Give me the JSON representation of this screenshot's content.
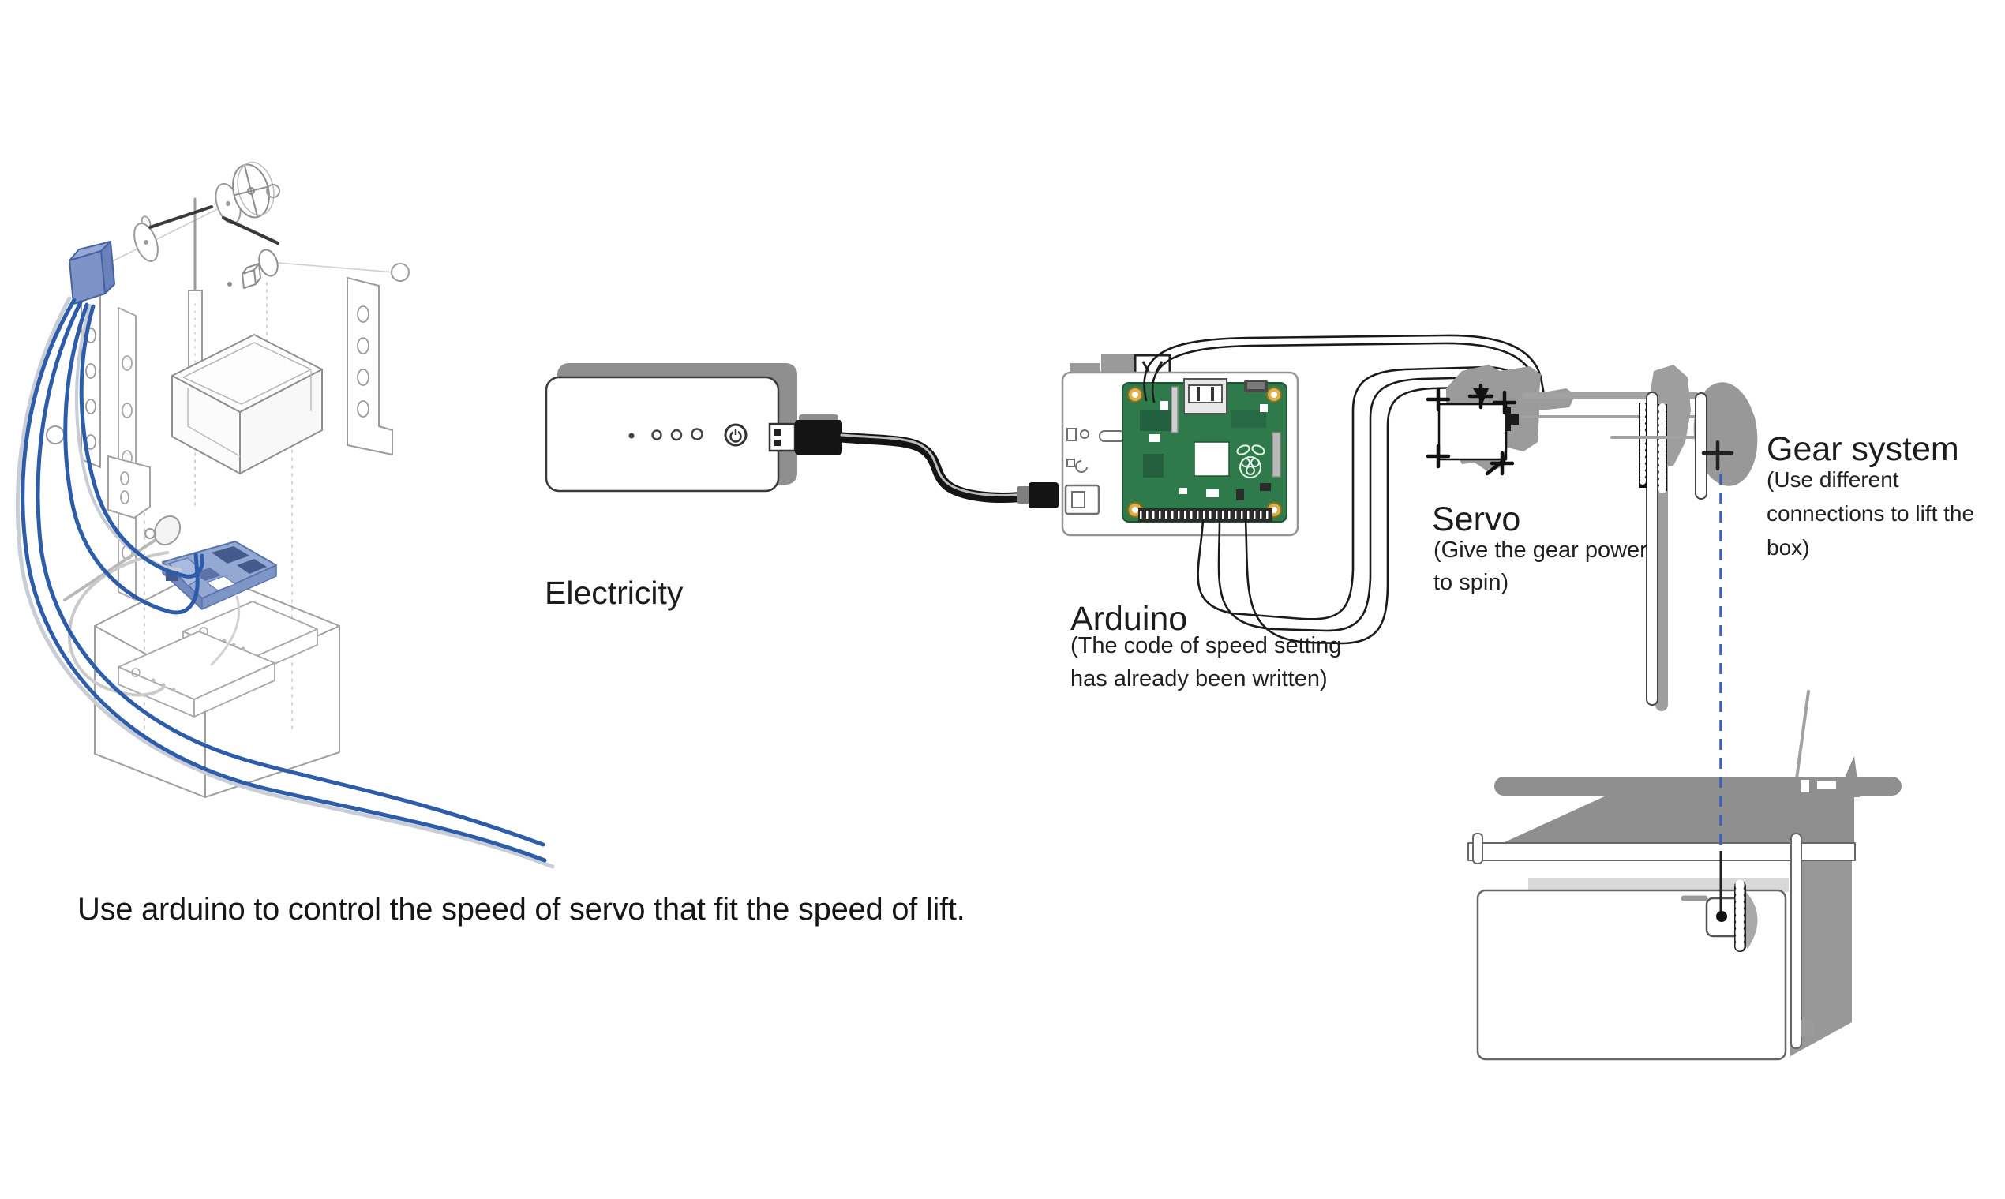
{
  "caption": "Use arduino to control the speed of servo that fit the speed of lift.",
  "labels": {
    "electricity": {
      "title": "Electricity"
    },
    "arduino": {
      "title": "Arduino",
      "notes": [
        "(The code of speed setting",
        "has already been written)"
      ]
    },
    "servo": {
      "title": "Servo",
      "notes": [
        "(Give the gear power",
        "to spin)"
      ]
    },
    "gear_system": {
      "title": "Gear system",
      "notes": [
        "(Use different",
        "connections to lift the",
        "box)"
      ]
    }
  },
  "diagram_parts": [
    "exploded-assembly-drawing",
    "power-bank",
    "usb-cable",
    "controller-board",
    "jumper-wires",
    "servo-drawing",
    "gear-system-drawing",
    "dashed-connection-line",
    "lift-box-drawing"
  ],
  "colors": {
    "background": "#ffffff",
    "text": "#1c1c1c",
    "shadow_gray": "#929292",
    "line_gray": "#9a9a9a",
    "light_gray": "#d8d8d8",
    "wire_black": "#1a1a1a",
    "wire_blue": "#2d5da8",
    "dashed_blue": "#3a62b0",
    "pcb_green": "#2e7a4b",
    "pcb_blue": "#93a9d4",
    "gold": "#d2a53f",
    "blue_box": "#7b90c6"
  }
}
